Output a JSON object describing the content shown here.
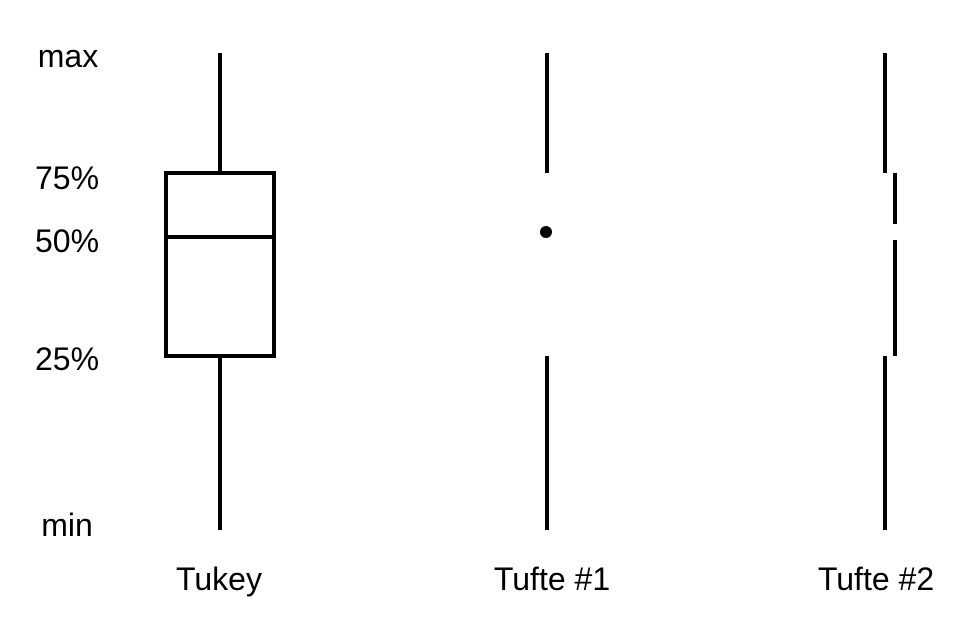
{
  "y_labels": {
    "max": "max",
    "p75": "75%",
    "p50": "50%",
    "p25": "25%",
    "min": "min"
  },
  "plots": [
    {
      "name": "Tukey",
      "style": "box"
    },
    {
      "name": "Tufte #1",
      "style": "dot"
    },
    {
      "name": "Tufte #2",
      "style": "offset"
    }
  ],
  "colors": {
    "stroke": "#000000",
    "background": "#ffffff"
  }
}
